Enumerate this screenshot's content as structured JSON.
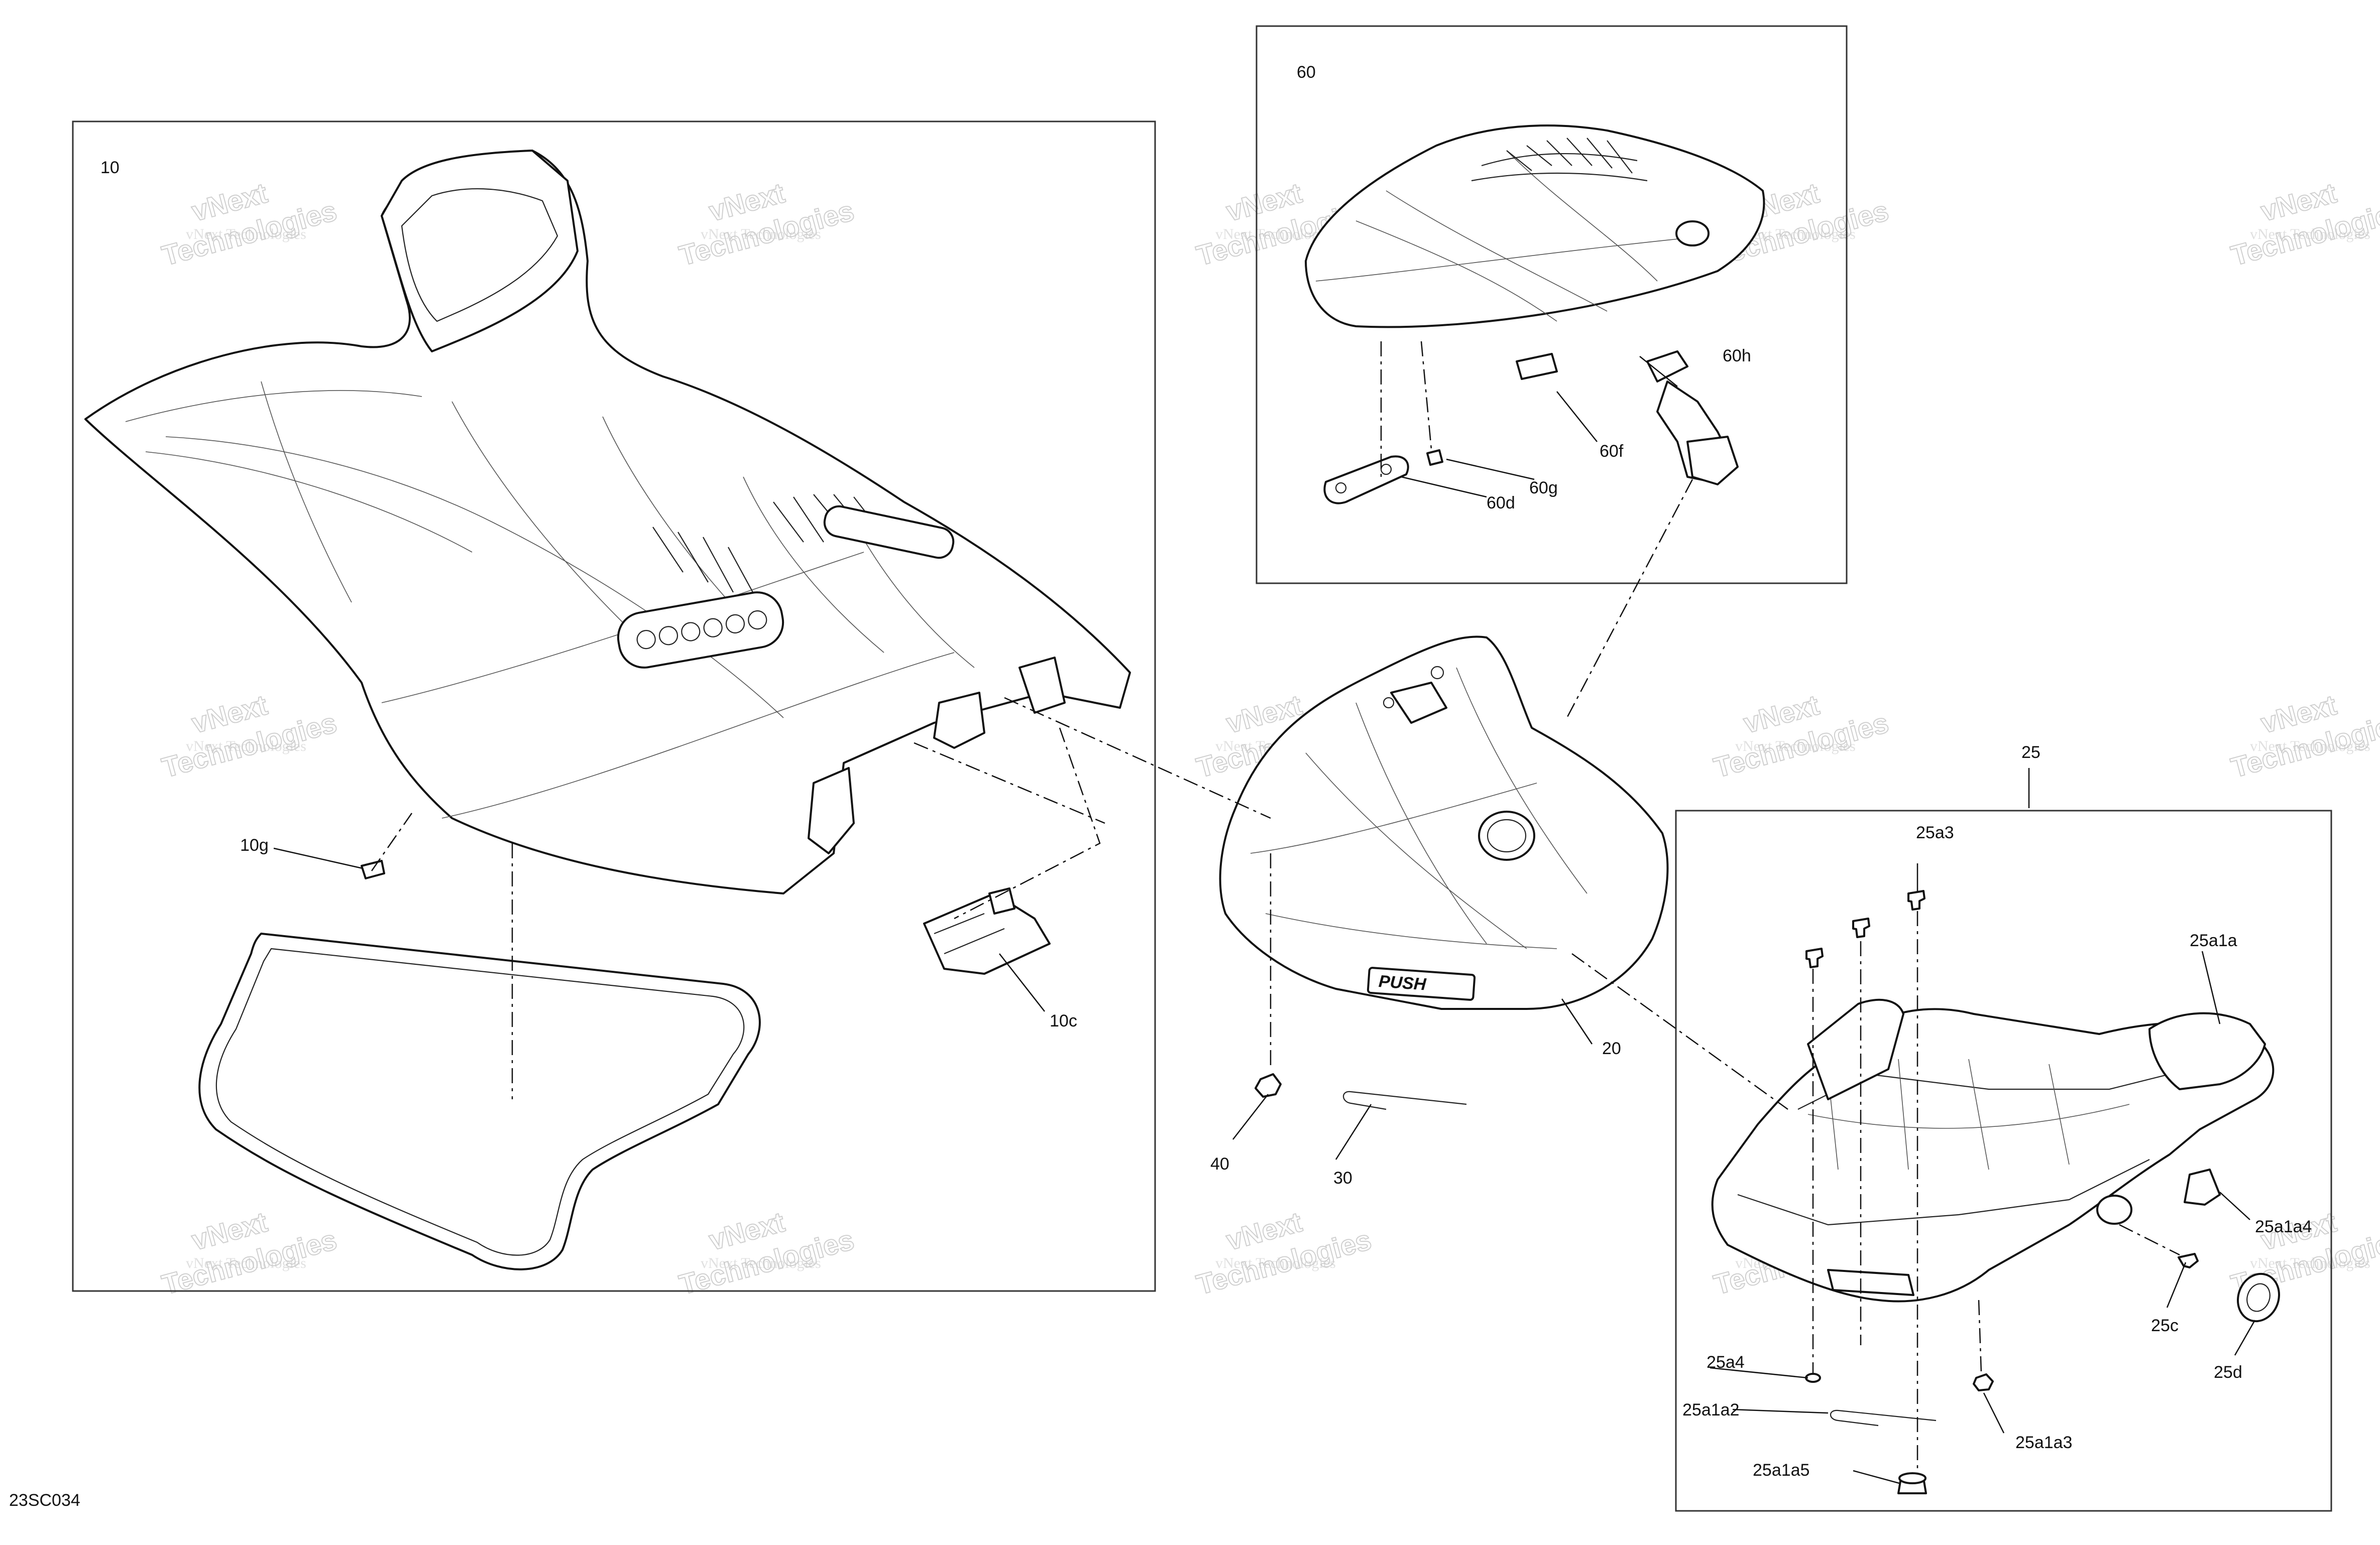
{
  "diagram_id": "23SC034",
  "watermark": {
    "line_small": "vNext Technologies",
    "line_top": "vNext",
    "line_bottom": "Technologies"
  },
  "callouts": {
    "c10": "10",
    "c10g": "10g",
    "c10c": "10c",
    "c60": "60",
    "c60d": "60d",
    "c60f": "60f",
    "c60g": "60g",
    "c60h": "60h",
    "c20": "20",
    "c25": "25",
    "c30": "30",
    "c40": "40",
    "c25a3": "25a3",
    "c25a1a": "25a1a",
    "c25a1a4": "25a1a4",
    "c25c": "25c",
    "c25d": "25d",
    "c25a4": "25a4",
    "c25a1a2": "25a1a2",
    "c25a1a3": "25a1a3",
    "c25a1a5": "25a1a5"
  },
  "part_marks": {
    "push_label": "PUSH"
  }
}
